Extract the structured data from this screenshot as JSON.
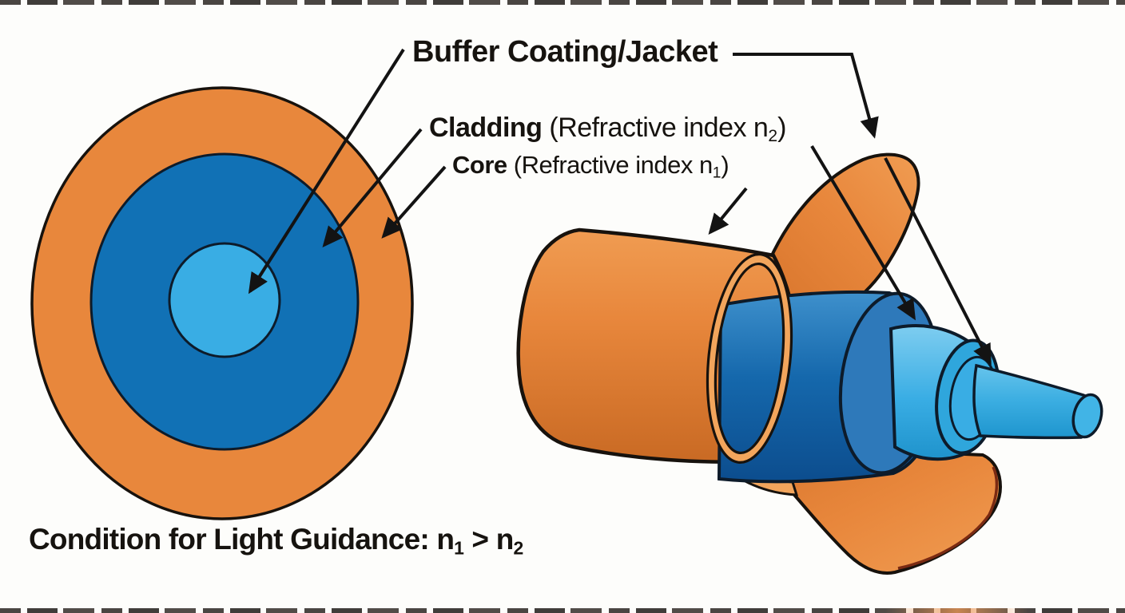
{
  "title": "Optical fiber structure diagram",
  "labels": {
    "buffer": {
      "text": "Buffer Coating/Jacket"
    },
    "cladding": {
      "name": "Cladding",
      "detail_pre": " (Refractive index n",
      "detail_sub": "2",
      "detail_post": ")"
    },
    "core": {
      "name": "Core",
      "detail_pre": " (Refractive index n",
      "detail_sub": "1",
      "detail_post": ")"
    },
    "condition": {
      "pre": "Condition for Light Guidance: n",
      "sub1": "1",
      "mid": " > n",
      "sub2": "2"
    }
  },
  "colors": {
    "background": "#FDFDFB",
    "text": "#16130f",
    "outline": "#17120d",
    "blue_outline": "#0d1b2a",
    "arrow": "#131313",
    "jacket_orange": "#E8873C",
    "jacket_orange_top": "#F09C52",
    "jacket_orange_dark": "#C96A24",
    "rim_light_orange": "#F2A55C",
    "flap_edge_maroon": "#7A2A12",
    "cladding_ring_blue": "#1171B5",
    "cladding_face_blue": "#2E79BA",
    "cladding_top_blue": "#3E90CC",
    "cladding_bottom_blue": "#0C4D8E",
    "core_light_blue": "#39ADE4",
    "core_face_blue": "#2FA6DC",
    "rod_blue": "#3AADE1",
    "rod_cap_blue": "#41B4E6"
  }
}
